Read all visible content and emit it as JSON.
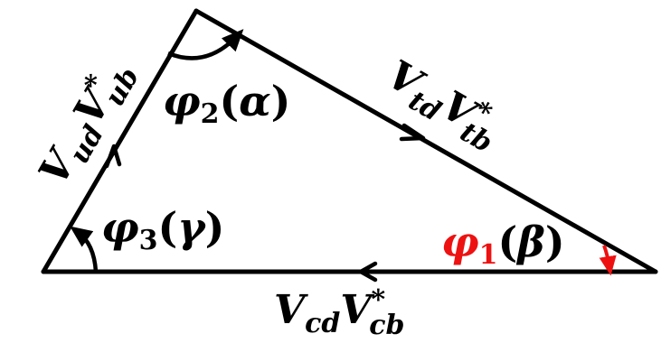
{
  "colors": {
    "stroke": "#000000",
    "highlight": "#ee1111",
    "background": "#ffffff"
  },
  "edges": {
    "left": {
      "base": "V",
      "sub1": "ud",
      "base2": "V",
      "sub2": "ub",
      "star": "*"
    },
    "right": {
      "base": "V",
      "sub1": "td",
      "base2": "V",
      "sub2": "tb",
      "star": "*"
    },
    "bottom": {
      "base": "V",
      "sub1": "cd",
      "base2": "V",
      "sub2": "cb",
      "star": "*"
    }
  },
  "angles": {
    "top": {
      "symbol": "φ",
      "index": "2",
      "open": "(",
      "greek": "α",
      "close": ")"
    },
    "left": {
      "symbol": "φ",
      "index": "3",
      "open": "(",
      "greek": "γ",
      "close": ")"
    },
    "right": {
      "symbol": "φ",
      "index": "1",
      "open": "(",
      "greek": "β",
      "close": ")"
    }
  }
}
